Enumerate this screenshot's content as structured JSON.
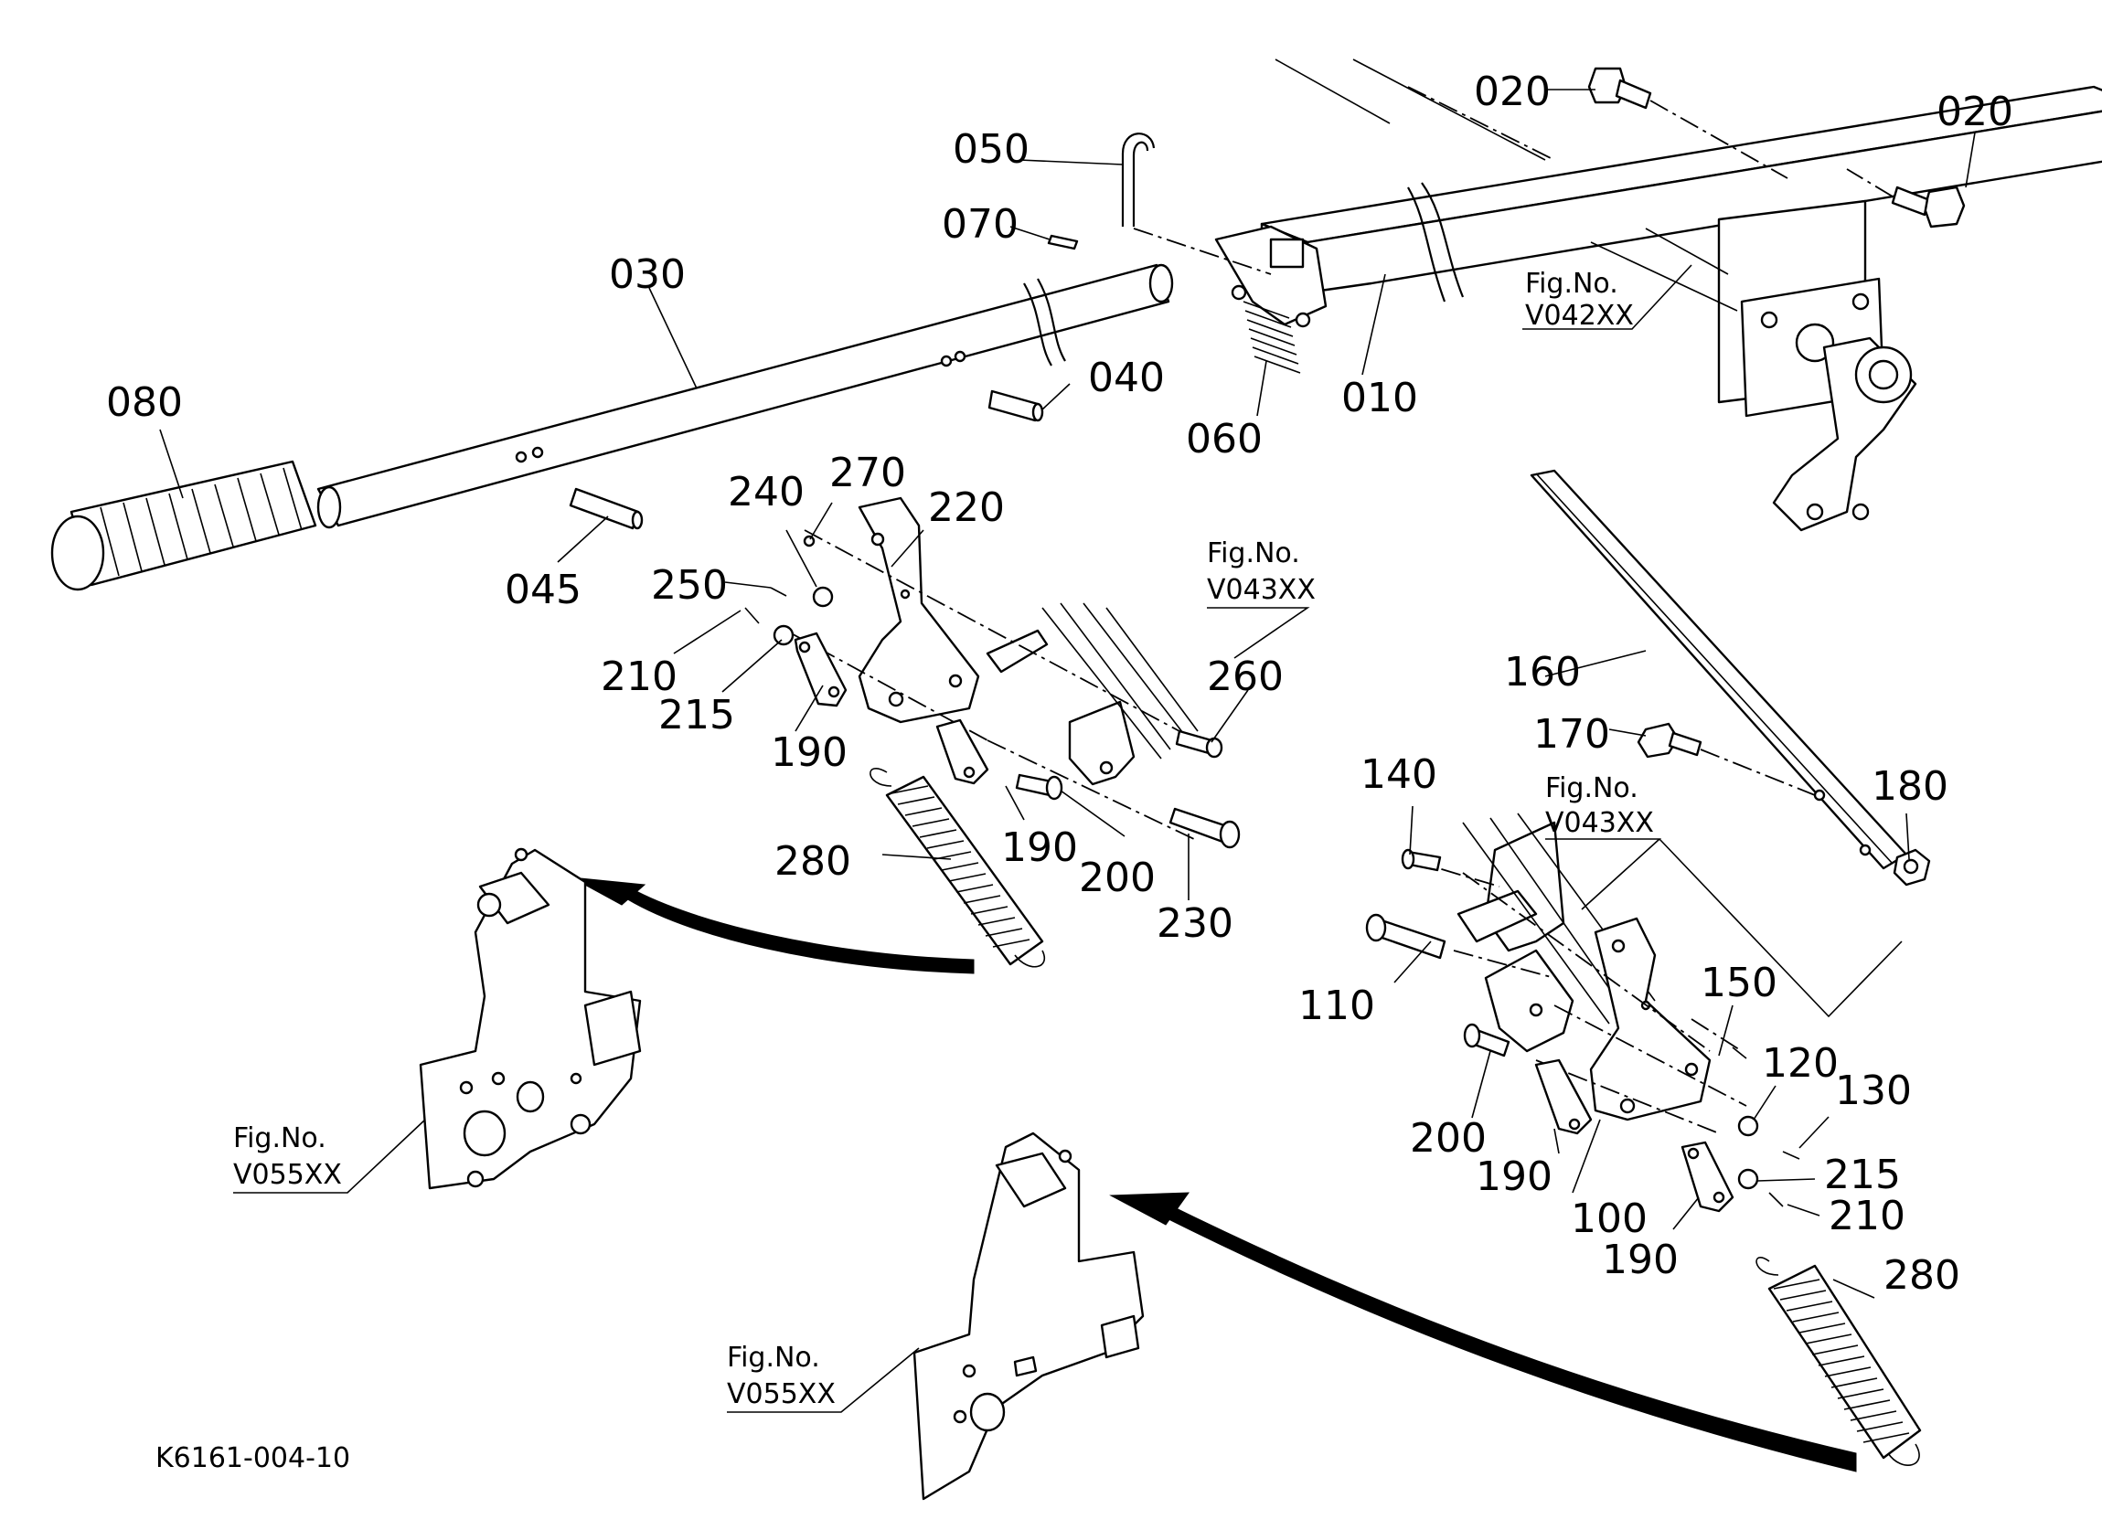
{
  "diagram": {
    "drawing_code": "K6161-004-10",
    "part_labels": [
      "020",
      "020",
      "050",
      "070",
      "030",
      "040",
      "060",
      "010",
      "080",
      "045",
      "270",
      "240",
      "220",
      "250",
      "210",
      "215",
      "190",
      "190",
      "200",
      "230",
      "260",
      "280",
      "160",
      "170",
      "180",
      "140",
      "110",
      "150",
      "120",
      "130",
      "215",
      "210",
      "200",
      "190",
      "100",
      "190",
      "280"
    ],
    "fig_refs": [
      {
        "prefix": "Fig.No.",
        "code": "V042XX"
      },
      {
        "prefix": "Fig.No.",
        "code": "V043XX"
      },
      {
        "prefix": "Fig.No.",
        "code": "V043XX"
      },
      {
        "prefix": "Fig.No.",
        "code": "V055XX"
      },
      {
        "prefix": "Fig.No.",
        "code": "V055XX"
      }
    ]
  }
}
